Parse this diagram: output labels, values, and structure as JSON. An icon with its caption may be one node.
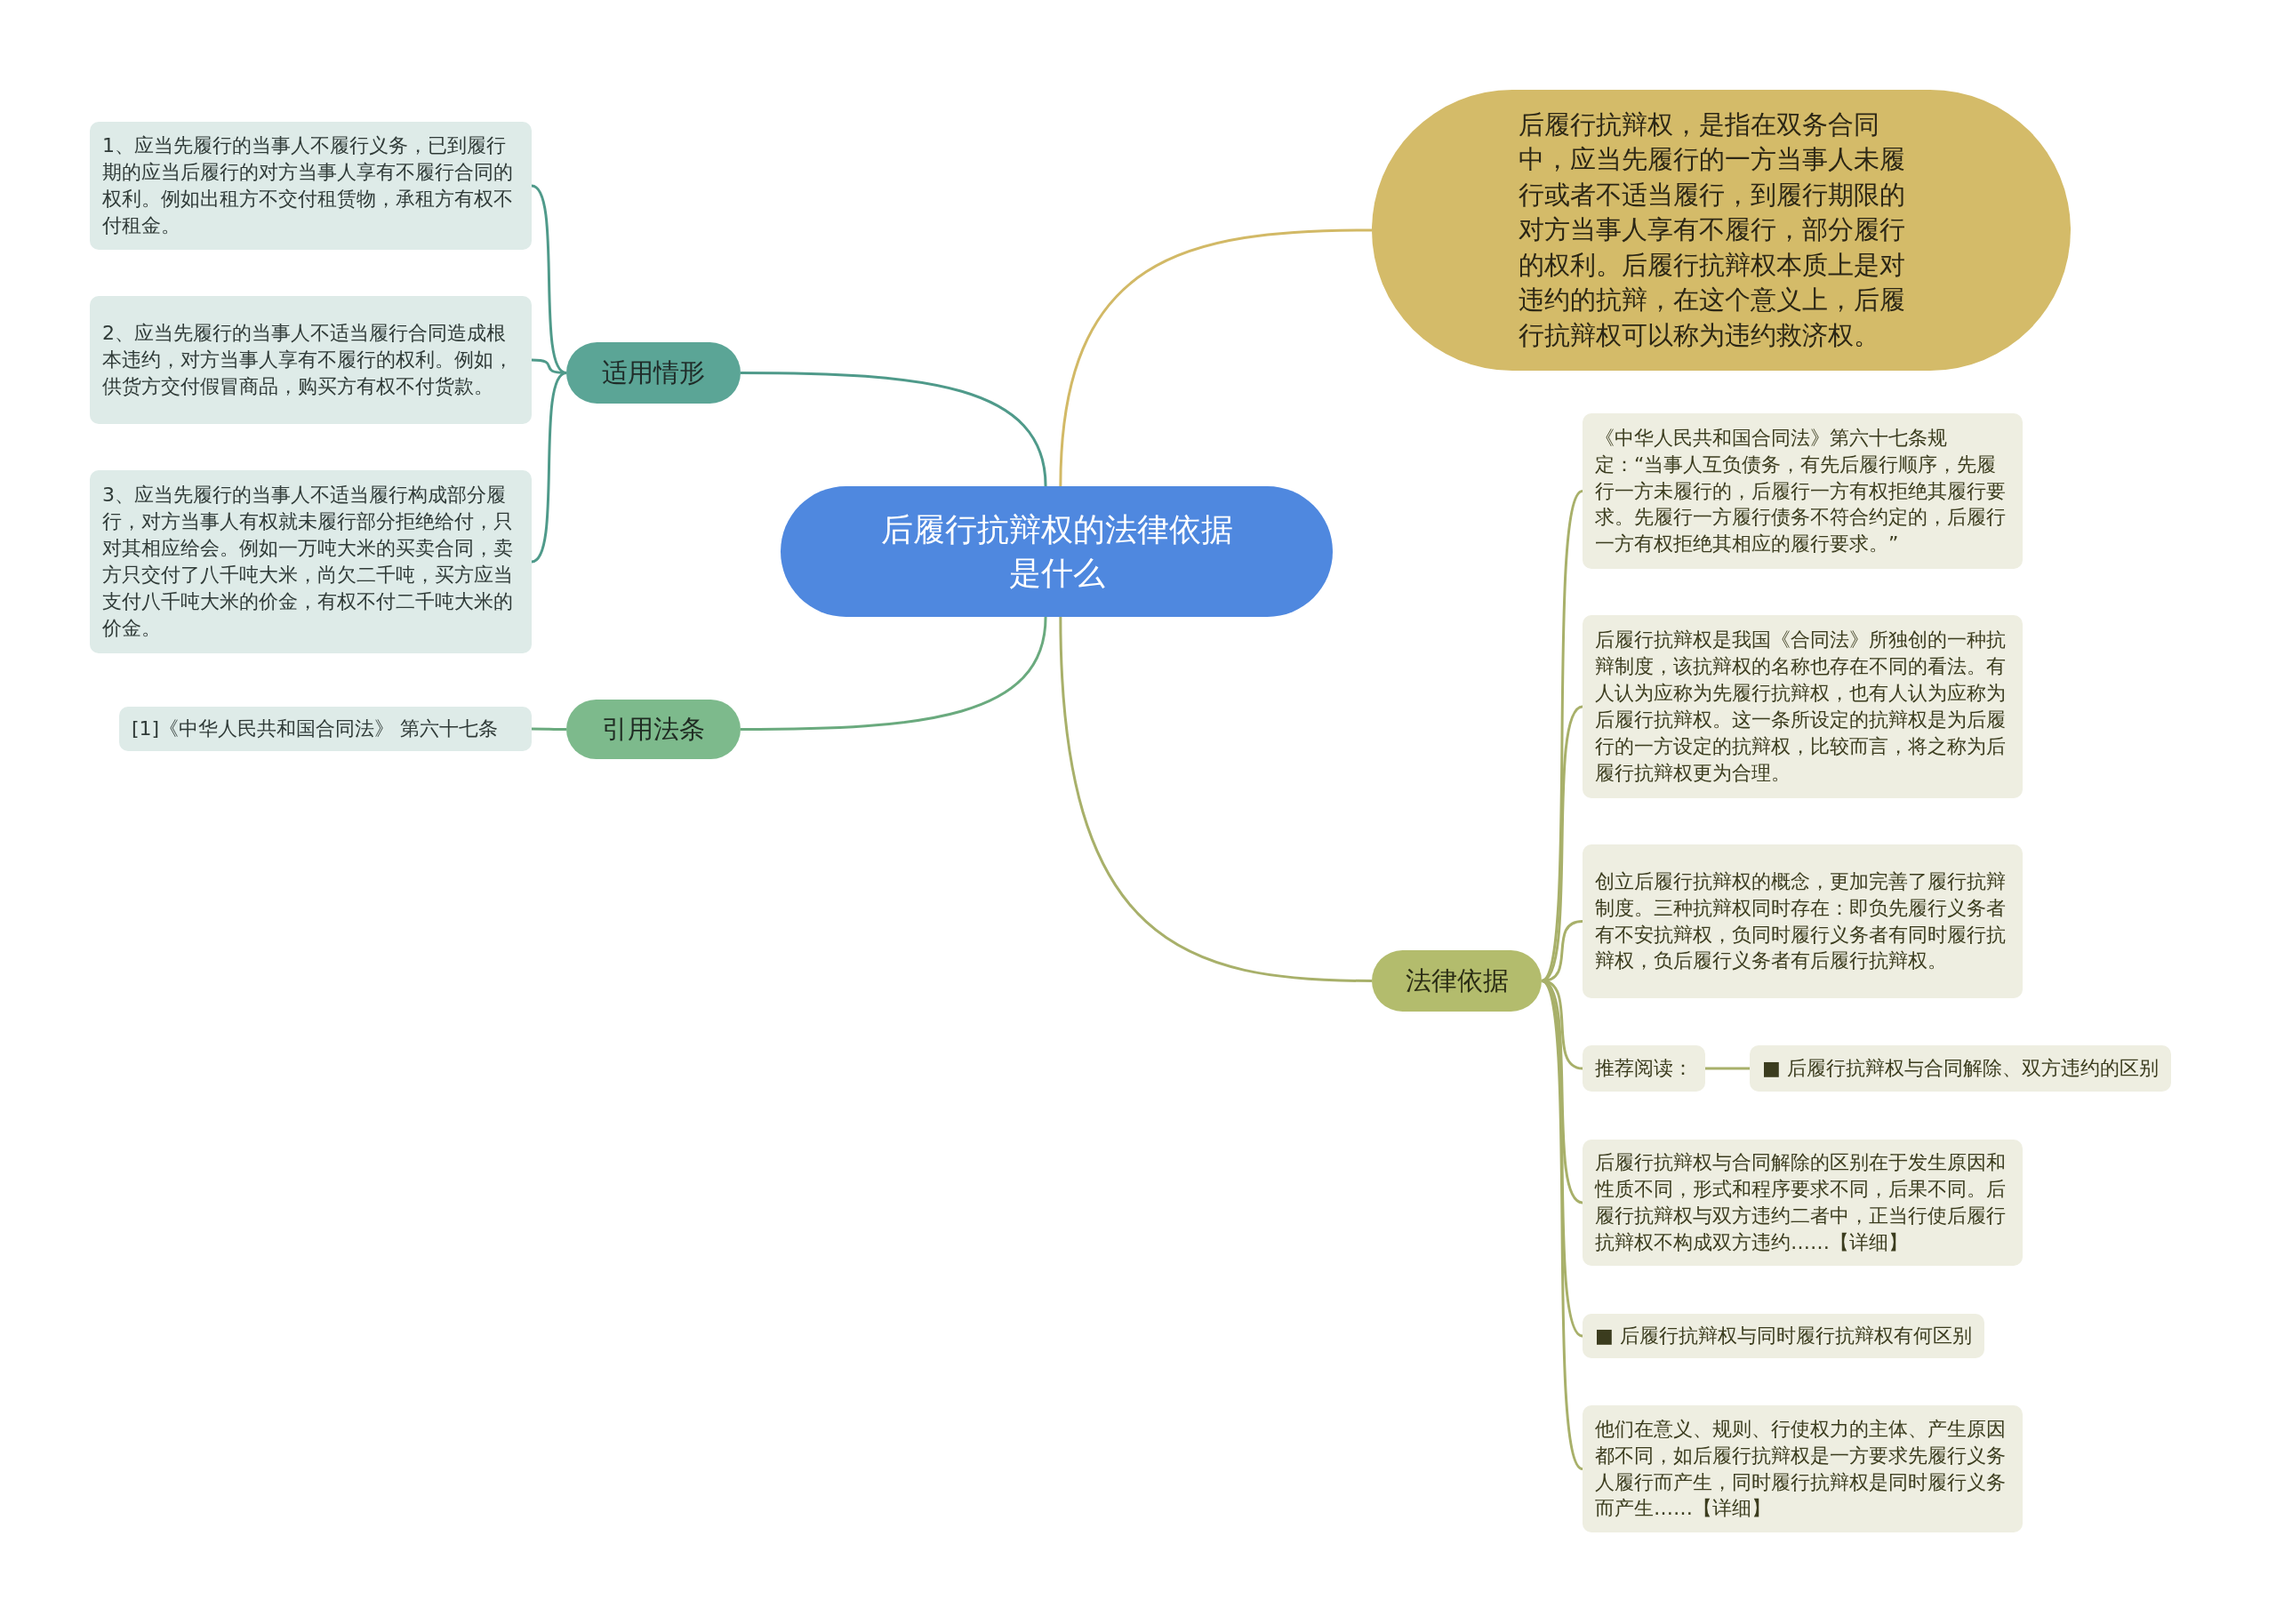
{
  "diagram": {
    "nodes": [
      {
        "text": [
          "后履行抗辩权的法律依据是什么"
        ]
      },
      {
        "text": [
          "适用情形"
        ]
      },
      {
        "text": [
          "1、应当先履行的当事人不履行义务，已到履行期的应当后履行的对方当事人享有不履行合同的权利。例如出租方不交付租赁物，承租方有权不付租金。"
        ]
      },
      {
        "text": [
          "2、应当先履行的当事人不适当履行合同造成根本违约，对方当事人享有不履行的权利。例如，供货方交付假冒商品，购买方有权不付货款。"
        ]
      },
      {
        "text": [
          "3、应当先履行的当事人不适当履行构成部分履行，对方当事人有权就未履行部分拒绝给付，只对其相应给会。例如一万吨大米的买卖合同，卖方只交付了八千吨大米，尚欠二千吨，买方应当支付八千吨大米的价金，有权不付二千吨大米的价金。"
        ]
      },
      {
        "text": [
          "引用法条"
        ]
      },
      {
        "text": [
          "[1]《中华人民共和国合同法》 第六十七条"
        ]
      },
      {
        "text": [
          "后履行抗辩权，是指在双务合同中，应当先履行的一方当事人未履行或者不适当履行，到履行期限的对方当事人享有不履行，部分履行的权利。后履行抗辩权本质上是对违约的抗辩，在这个意义上，后履行抗辩权可以称为违约救济权。"
        ]
      },
      {
        "text": [
          "法律依据"
        ]
      },
      {
        "text": [
          "《中华人民共和国合同法》第六十七条规定：“当事人互负债务，有先后履行顺序，先履行一方未履行的，后履行一方有权拒绝其履行要求。先履行一方履行债务不符合约定的，后履行一方有权拒绝其相应的履行要求。”"
        ]
      },
      {
        "text": [
          "后履行抗辩权是我国《合同法》所独创的一种抗辩制度，该抗辩权的名称也存在不同的看法。有人认为应称为先履行抗辩权，也有人认为应称为后履行抗辩权。这一条所设定的抗辩权是为后履行的一方设定的抗辩权，比较而言，将之称为后履行抗辩权更为合理。"
        ]
      },
      {
        "text": [
          "创立后履行抗辩权的概念，更加完善了履行抗辩制度。三种抗辩权同时存在：即负先履行义务者有不安抗辩权，负同时履行义务者有同时履行抗辩权，负后履行义务者有后履行抗辩权。"
        ]
      },
      {
        "text": [
          "推荐阅读："
        ]
      },
      {
        "text": [
          "■ 后履行抗辩权与合同解除、双方违约的区别"
        ]
      },
      {
        "text": [
          "后履行抗辩权与合同解除的区别在于发生原因和性质不同，形式和程序要求不同，后果不同。后履行抗辩权与双方违约二者中，正当行使后履行抗辩权不构成双方违约……【详细】"
        ]
      },
      {
        "text": [
          "■ 后履行抗辩权与同时履行抗辩权有何区别"
        ]
      },
      {
        "text": [
          "他们在意义、规则、行使权力的主体、产生原因都不同，如后履行抗辩权是一方要求先履行义务人履行而产生，同时履行抗辩权是同时履行义务而产生……【详细】"
        ]
      }
    ],
    "edges": [
      {
        "from": 0,
        "to": 1,
        "arrow": "none",
        "color": "#4f9a8a"
      },
      {
        "from": 1,
        "to": 2,
        "arrow": "none",
        "color": "#4f9a8a"
      },
      {
        "from": 1,
        "to": 3,
        "arrow": "none",
        "color": "#4f9a8a"
      },
      {
        "from": 1,
        "to": 4,
        "arrow": "none",
        "color": "#4f9a8a"
      },
      {
        "from": 0,
        "to": 5,
        "arrow": "none",
        "color": "#6aaa7e"
      },
      {
        "from": 5,
        "to": 6,
        "arrow": "none",
        "color": "#6aaa7e"
      },
      {
        "from": 0,
        "to": 7,
        "arrow": "none",
        "color": "#d2b966"
      },
      {
        "from": 0,
        "to": 8,
        "arrow": "none"
      },
      {
        "from": 8,
        "to": 9,
        "arrow": "none"
      },
      {
        "from": 8,
        "to": 10,
        "arrow": "none"
      },
      {
        "from": 8,
        "to": 11,
        "arrow": "none"
      },
      {
        "from": 8,
        "to": 12,
        "arrow": "none"
      },
      {
        "from": 8,
        "to": 14,
        "arrow": "none"
      },
      {
        "from": 8,
        "to": 15,
        "arrow": "none"
      },
      {
        "from": 8,
        "to": 16,
        "arrow": "none"
      },
      {
        "from": 12,
        "to": 13,
        "arrow": "none"
      }
    ]
  }
}
